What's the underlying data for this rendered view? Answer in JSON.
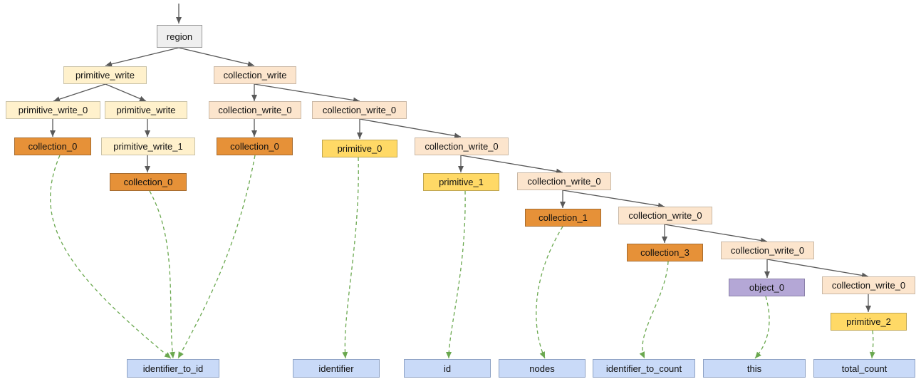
{
  "colors": {
    "region": "#efefef",
    "primitive_write": "#fff1cc",
    "collection_write": "#fce5cd",
    "collection": "#e69138",
    "primitive": "#ffd966",
    "object": "#b4a7d6",
    "field": "#c9daf8",
    "solid_edge": "#595959",
    "dashed_edge": "#6aa84f"
  },
  "nodes": {
    "region": "region",
    "pw_root": "primitive_write",
    "cw_root": "collection_write",
    "pw0": "primitive_write_0",
    "pw_child": "primitive_write",
    "cw0_a": "collection_write_0",
    "cw0_b": "collection_write_0",
    "coll0_a": "collection_0",
    "pw1": "primitive_write_1",
    "coll0_c": "collection_0",
    "prim0": "primitive_0",
    "cw0_c": "collection_write_0",
    "coll0_b": "collection_0",
    "prim1": "primitive_1",
    "cw0_d": "collection_write_0",
    "coll1": "collection_1",
    "cw0_e": "collection_write_0",
    "coll3": "collection_3",
    "cw0_f": "collection_write_0",
    "obj0": "object_0",
    "cw0_g": "collection_write_0",
    "prim2": "primitive_2",
    "f_identifier_to_id": "identifier_to_id",
    "f_identifier": "identifier",
    "f_id": "id",
    "f_nodes": "nodes",
    "f_identifier_to_count": "identifier_to_count",
    "f_this": "this",
    "f_total_count": "total_count"
  }
}
